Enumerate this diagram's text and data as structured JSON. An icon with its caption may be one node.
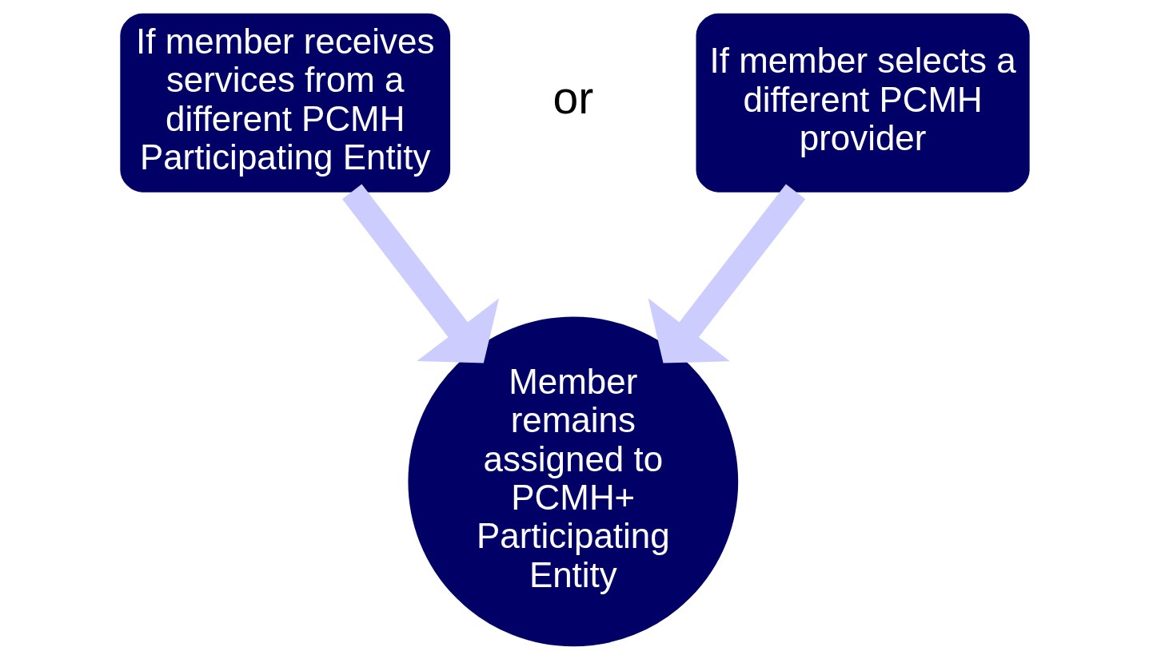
{
  "diagram": {
    "nodes": [
      {
        "text": [
          "If member receives services from a different PCMH Participating Entity"
        ]
      },
      {
        "text": [
          "If member selects a different PCMH provider"
        ]
      },
      {
        "text": [
          "Member remains assigned to PCMH+ Participating Entity"
        ]
      }
    ],
    "edges": [
      {
        "from": 0,
        "to": 2,
        "arrow": "to"
      },
      {
        "from": 1,
        "to": 2,
        "arrow": "to"
      }
    ],
    "labels": [
      "or"
    ]
  }
}
